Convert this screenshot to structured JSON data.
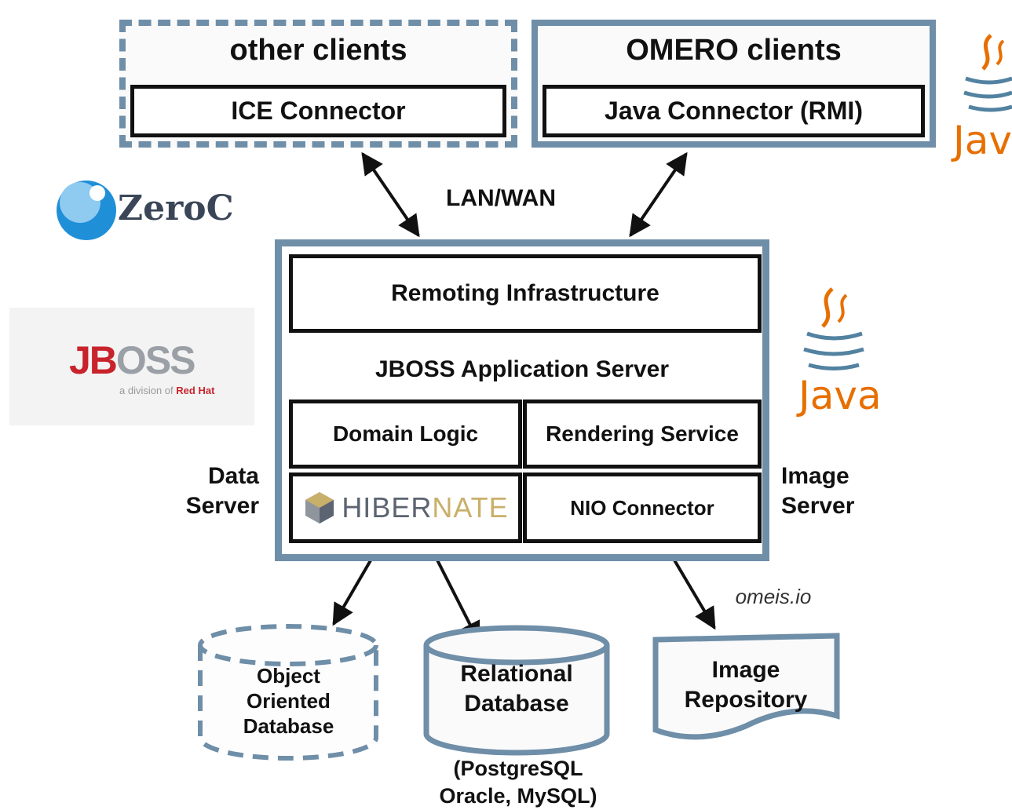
{
  "clients": {
    "other": {
      "title": "other clients",
      "connector": "ICE Connector"
    },
    "omero": {
      "title": "OMERO clients",
      "connector": "Java Connector (RMI)"
    }
  },
  "network_label": "LAN/WAN",
  "server": {
    "remoting": "Remoting Infrastructure",
    "app_server": "JBOSS Application Server",
    "domain_logic": "Domain Logic",
    "rendering": "Rendering Service",
    "nio": "NIO Connector",
    "data_server_label": [
      "Data",
      "Server"
    ],
    "image_server_label": [
      "Image",
      "Server"
    ]
  },
  "protocol_label": "omeis.io",
  "storage": {
    "object_db": [
      "Object",
      "Oriented",
      "Database"
    ],
    "relational_db": [
      "Relational",
      "Database"
    ],
    "image_repo": [
      "Image",
      "Repository"
    ],
    "relational_note": [
      "(PostgreSQL",
      "Oracle, MySQL)"
    ]
  },
  "logos": {
    "zeroc": "ZeroC",
    "jboss_main": "JB",
    "jboss_rest": "OSS",
    "jboss_sub": "a division of",
    "jboss_redhat": "Red Hat",
    "hibernate_a": "HIBER",
    "hibernate_b": "NATE",
    "java": "Java"
  },
  "colors": {
    "frame_blue": "#6f8ea8",
    "zeroc_blue": "#1f8fd8",
    "jboss_red": "#c8232c",
    "java_orange": "#e76f00",
    "java_blue": "#5382a1"
  }
}
